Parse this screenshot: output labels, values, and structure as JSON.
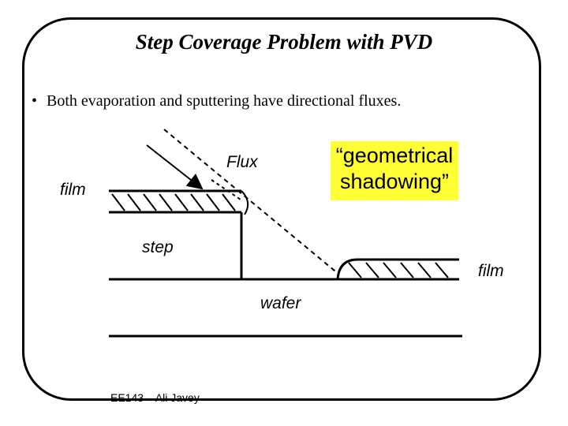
{
  "slide": {
    "title": "Step Coverage Problem with PVD",
    "bullet": "Both evaporation and sputtering  have directional fluxes.",
    "bullet_marker": "•"
  },
  "diagram": {
    "labels": {
      "flux": "Flux",
      "film_left": "film",
      "film_right": "film",
      "step": "step",
      "wafer": "wafer"
    },
    "callout": {
      "line1": "“geometrical",
      "line2": "shadowing”",
      "color": "#ffff33"
    }
  },
  "footer": "EE143 – Ali Javey"
}
